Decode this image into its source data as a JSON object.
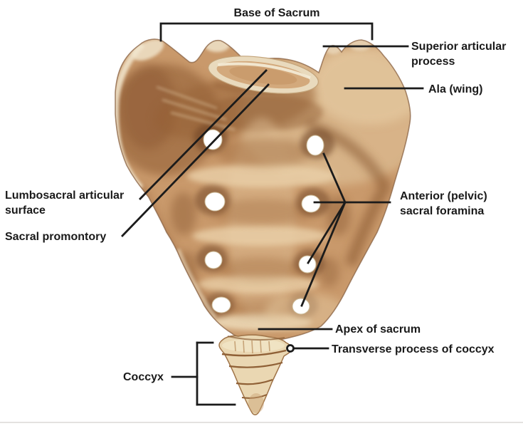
{
  "diagram": {
    "subject": "Sacrum and coccyx, anterior (pelvic) view",
    "labels": {
      "base_of_sacrum": "Base of Sacrum",
      "superior_articular_process_line1": "Superior articular",
      "superior_articular_process_line2": "process",
      "ala_wing": "Ala (wing)",
      "lumbosacral_articular_surface_line1": "Lumbosacral articular",
      "lumbosacral_articular_surface_line2": "surface",
      "sacral_promontory": "Sacral promontory",
      "anterior_sacral_foramina_line1": "Anterior (pelvic)",
      "anterior_sacral_foramina_line2": "sacral foramina",
      "apex_of_sacrum": "Apex of sacrum",
      "transverse_process_of_coccyx": "Transverse process of coccyx",
      "coccyx": "Coccyx"
    },
    "colors": {
      "background": "#ffffff",
      "leader_line": "#1b1b1b",
      "text": "#1a1a1a",
      "bone_base": "#c9996b",
      "bone_dark": "#8d5a31",
      "bone_halo_dark": "#6b4022",
      "bone_light": "#e8cfa8",
      "bone_cream": "#f2e7cf",
      "foramen_fill": "#ffffff",
      "divider": "#e4e2e0"
    }
  }
}
